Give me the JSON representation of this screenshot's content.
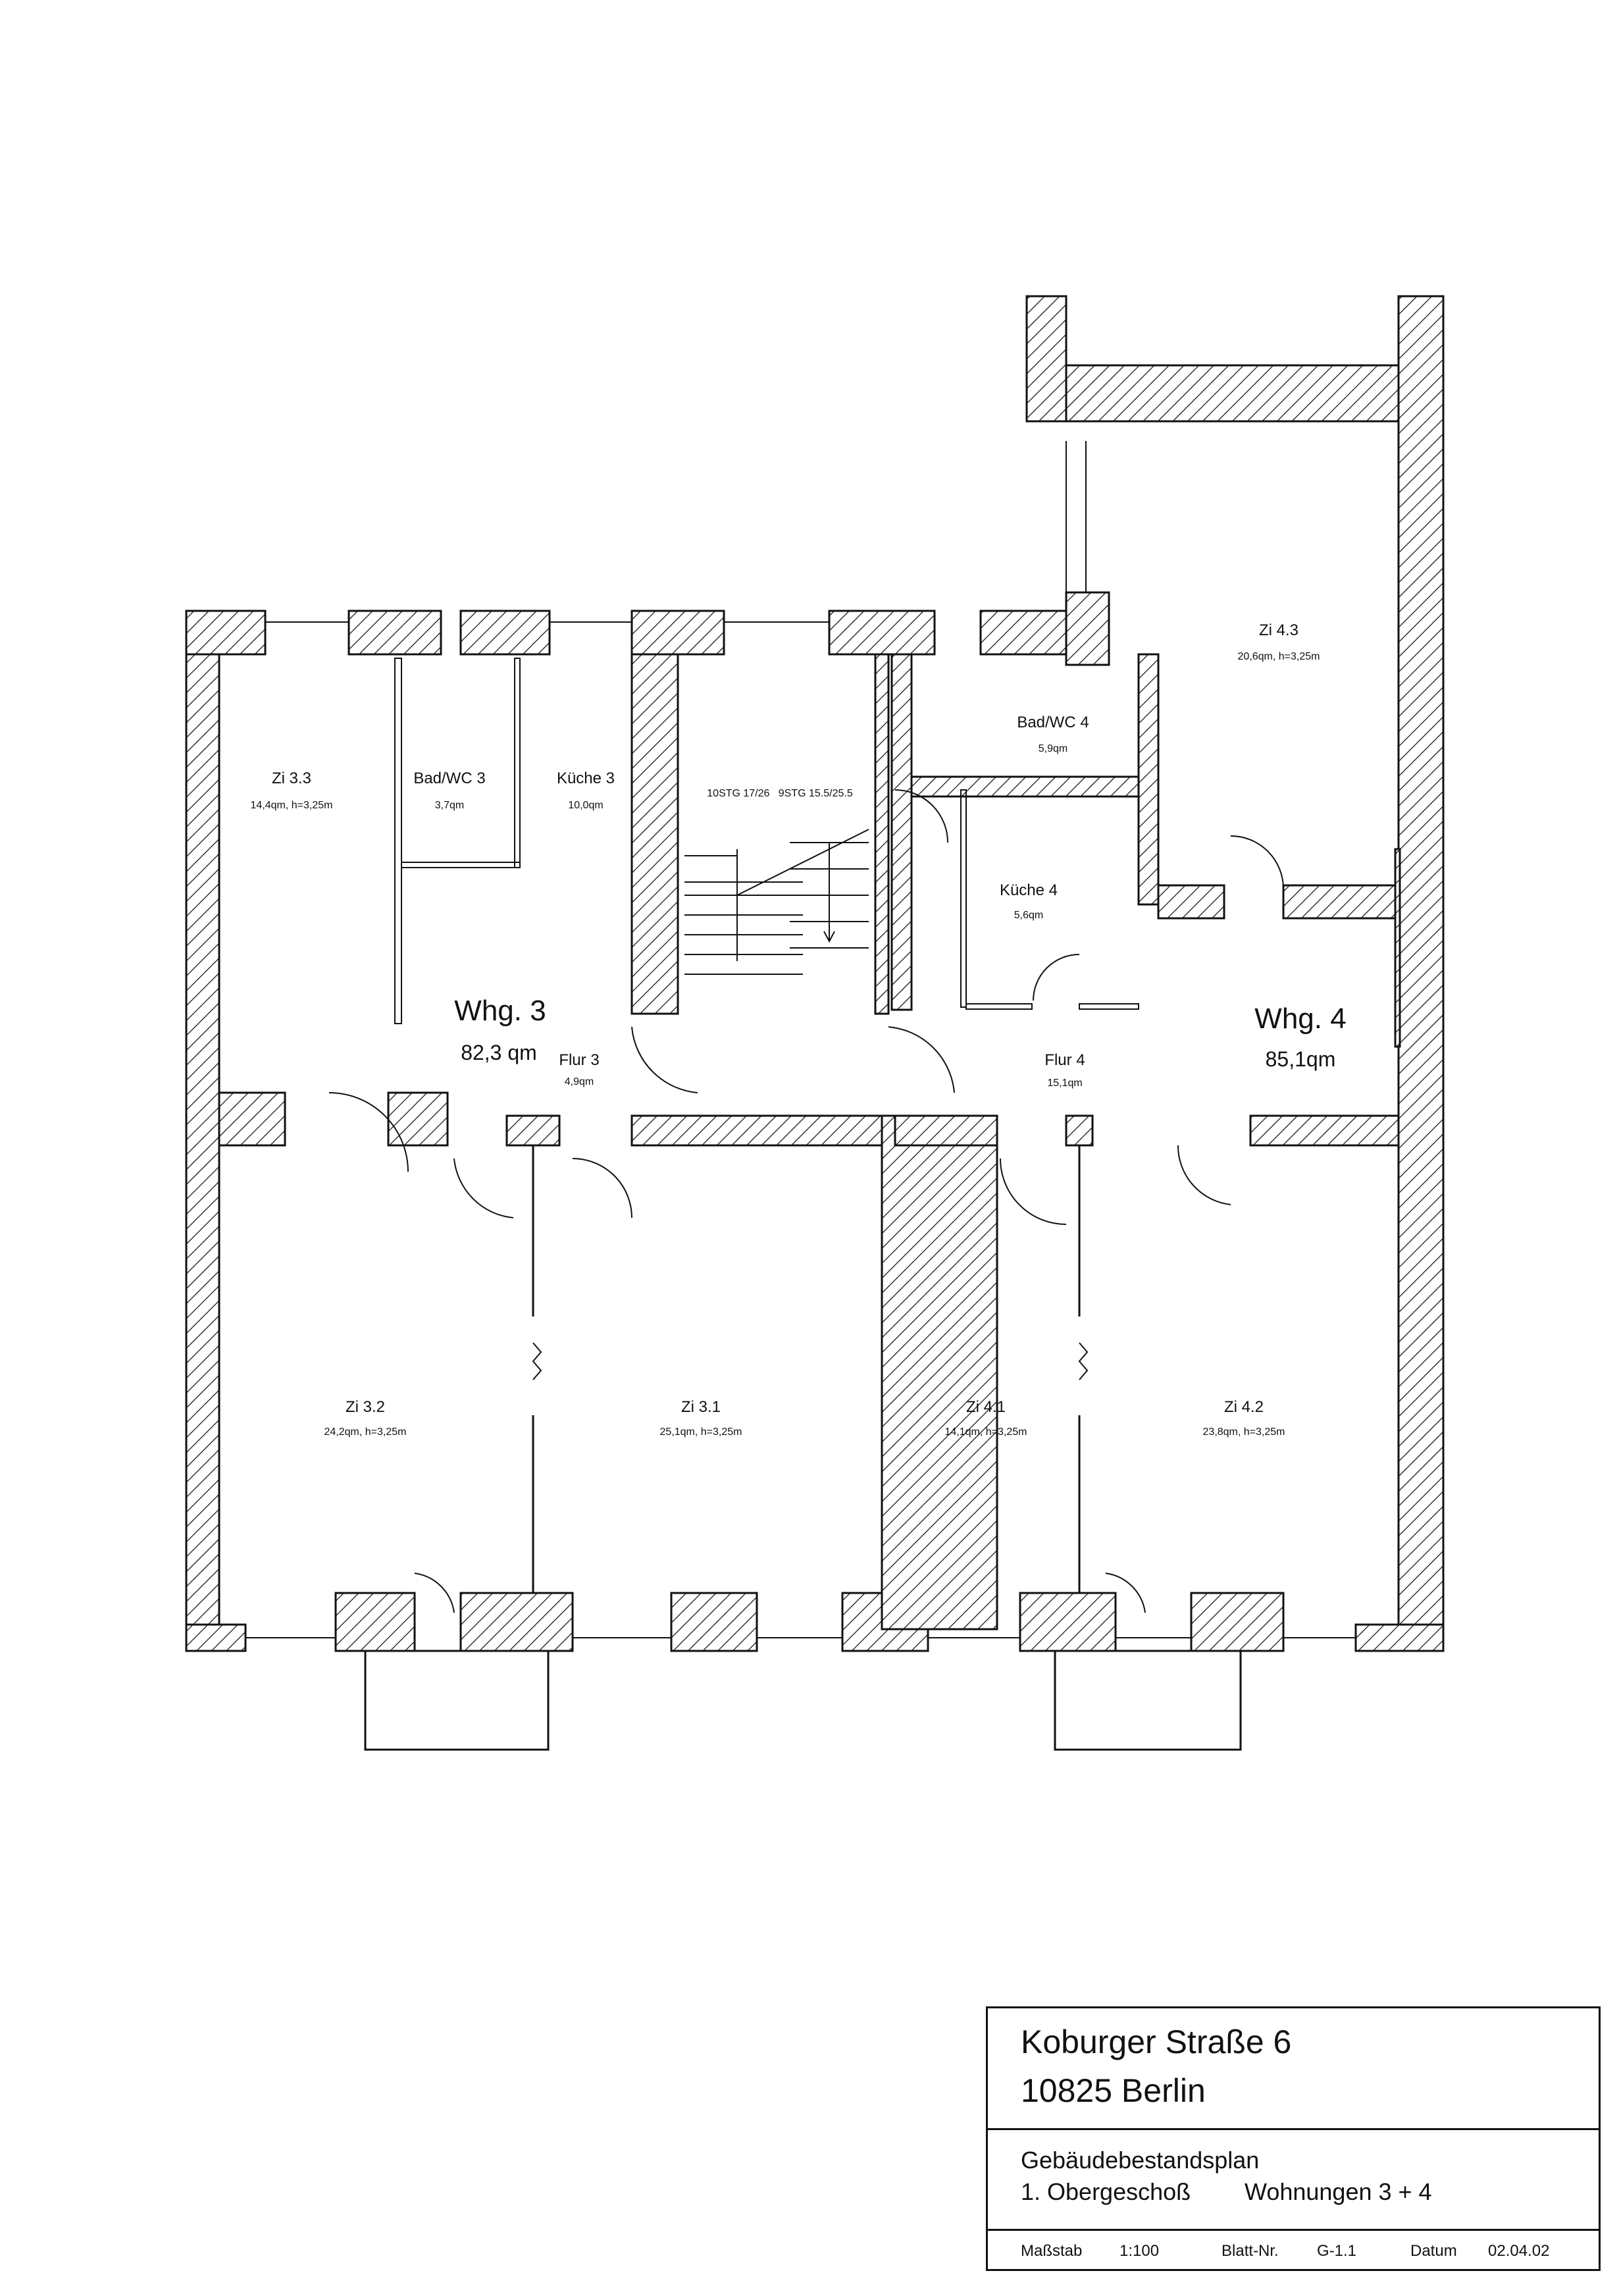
{
  "rooms": [
    {
      "id": "zi-3-3",
      "name": "Zi 3.3",
      "area": "14,4qm, h=3,25m"
    },
    {
      "id": "bad-wc-3",
      "name": "Bad/WC 3",
      "area": "3,7qm"
    },
    {
      "id": "kueche-3",
      "name": "Küche 3",
      "area": "10,0qm"
    },
    {
      "id": "flur-3",
      "name": "Flur 3",
      "area": "4,9qm"
    },
    {
      "id": "zi-3-2",
      "name": "Zi 3.2",
      "area": "24,2qm, h=3,25m"
    },
    {
      "id": "zi-3-1",
      "name": "Zi 3.1",
      "area": "25,1qm, h=3,25m"
    },
    {
      "id": "bad-wc-4",
      "name": "Bad/WC 4",
      "area": "5,9qm"
    },
    {
      "id": "kueche-4",
      "name": "Küche 4",
      "area": "5,6qm"
    },
    {
      "id": "flur-4",
      "name": "Flur 4",
      "area": "15,1qm"
    },
    {
      "id": "zi-4-3",
      "name": "Zi 4.3",
      "area": "20,6qm, h=3,25m"
    },
    {
      "id": "zi-4-1",
      "name": "Zi 4.1",
      "area": "14,1qm, h=3,25m"
    },
    {
      "id": "zi-4-2",
      "name": "Zi 4.2",
      "area": "23,8qm, h=3,25m"
    }
  ],
  "apartments": [
    {
      "id": "whg-3",
      "name": "Whg. 3",
      "area": "82,3 qm"
    },
    {
      "id": "whg-4",
      "name": "Whg. 4",
      "area": "85,1qm"
    }
  ],
  "staircase": {
    "label": "10STG 17/26   9STG 15.5/25.5"
  },
  "title_block": {
    "address_line1": "Koburger Straße 6",
    "address_line2": "10825 Berlin",
    "plan_type": "Gebäudebestandsplan",
    "floor": "1. Obergeschoß",
    "apartments": "Wohnungen 3 + 4",
    "scale_label": "Maßstab",
    "scale_value": "1:100",
    "sheet_label": "Blatt-Nr.",
    "sheet_value": "G-1.1",
    "date_label": "Datum",
    "date_value": "02.04.02"
  }
}
